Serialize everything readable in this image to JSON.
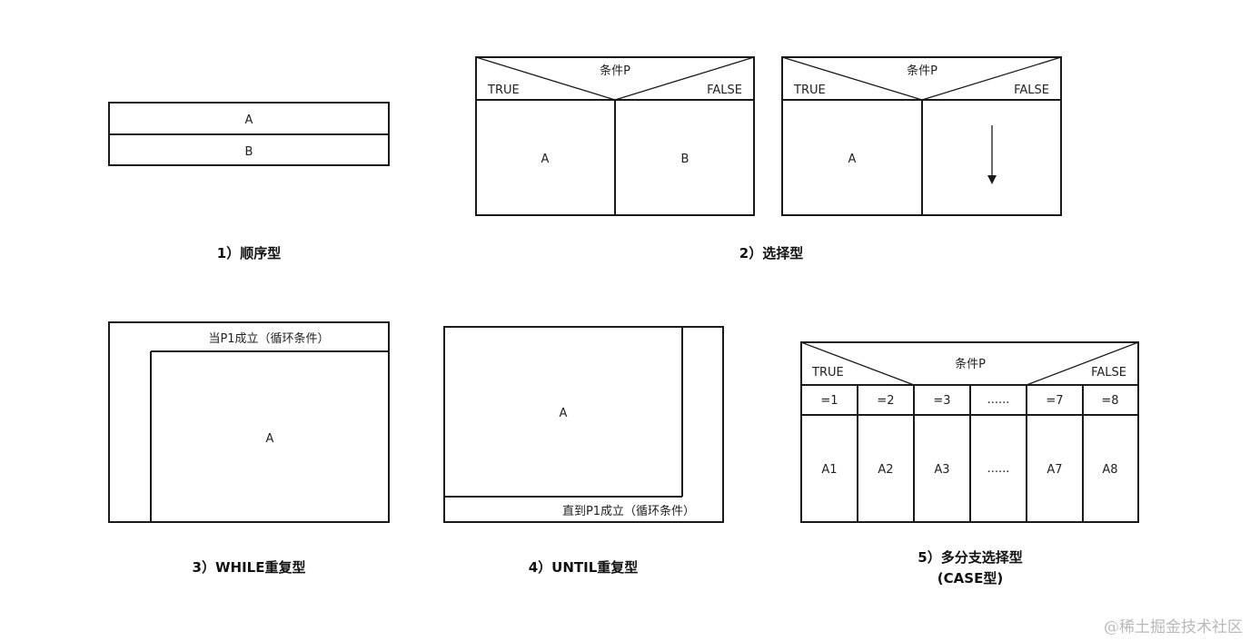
{
  "sequence": {
    "a": "A",
    "b": "B",
    "caption": "1）顺序型"
  },
  "selection": {
    "condition": "条件P",
    "true_label": "TRUE",
    "false_label": "FALSE",
    "a": "A",
    "b": "B",
    "caption": "2）选择型"
  },
  "while_loop": {
    "condition": "当P1成立（循环条件）",
    "body": "A",
    "caption": "3）WHILE重复型"
  },
  "until_loop": {
    "condition": "直到P1成立（循环条件）",
    "body": "A",
    "caption": "4）UNTIL重复型"
  },
  "case": {
    "condition": "条件P",
    "true_label": "TRUE",
    "false_label": "FALSE",
    "values": [
      "=1",
      "=2",
      "=3",
      "......",
      "=7",
      "=8"
    ],
    "actions": [
      "A1",
      "A2",
      "A3",
      "......",
      "A7",
      "A8"
    ],
    "caption_line1": "5）多分支选择型",
    "caption_line2": "(CASE型)"
  },
  "watermark": "@稀土掘金技术社区"
}
